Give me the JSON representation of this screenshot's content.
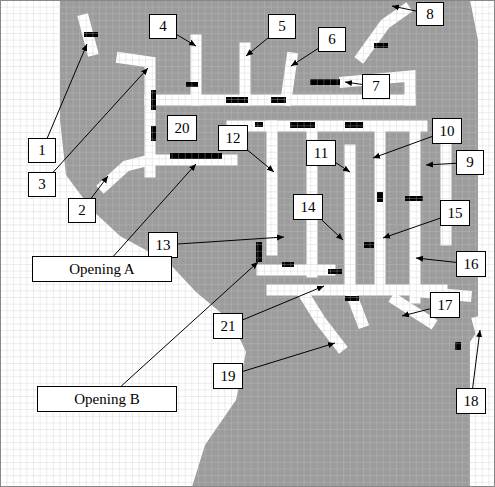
{
  "diagram": {
    "nodes": [
      {
        "text": [
          "8"
        ]
      },
      {
        "text": [
          "4"
        ]
      },
      {
        "text": [
          "5"
        ]
      },
      {
        "text": [
          "6"
        ]
      },
      {
        "text": [
          "7"
        ]
      },
      {
        "text": [
          "20"
        ]
      },
      {
        "text": [
          "10"
        ]
      },
      {
        "text": [
          "12"
        ]
      },
      {
        "text": [
          "1"
        ]
      },
      {
        "text": [
          "11"
        ]
      },
      {
        "text": [
          "9"
        ]
      },
      {
        "text": [
          "3"
        ]
      },
      {
        "text": [
          "14"
        ]
      },
      {
        "text": [
          "15"
        ]
      },
      {
        "text": [
          "2"
        ]
      },
      {
        "text": [
          "13"
        ]
      },
      {
        "text": [
          "16"
        ]
      },
      {
        "text": [
          "Opening A"
        ]
      },
      {
        "text": [
          "17"
        ]
      },
      {
        "text": [
          "21"
        ]
      },
      {
        "text": [
          "19"
        ]
      },
      {
        "text": [
          "Opening B"
        ]
      },
      {
        "text": [
          "18"
        ]
      }
    ]
  }
}
